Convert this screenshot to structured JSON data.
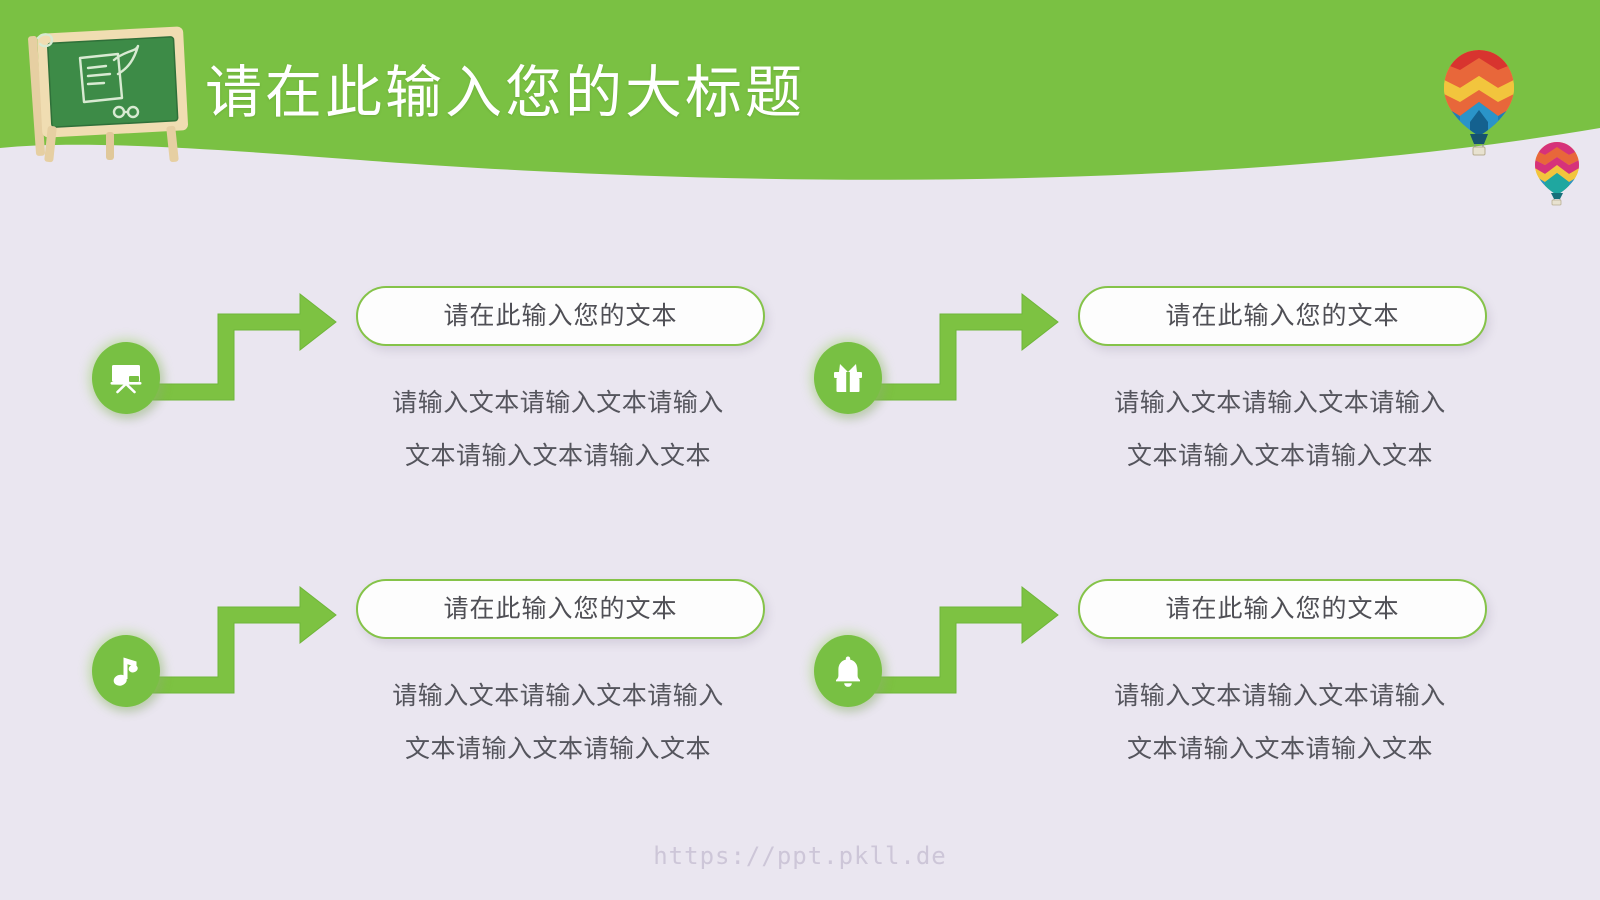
{
  "slide": {
    "title": "请在此输入您的大标题",
    "footer_url": "https://ppt.pkll.de",
    "colors": {
      "header_green": "#7ac143",
      "accent_green": "#78c043",
      "arrow_green": "#7dc242",
      "background": "#eae6f0",
      "pill_border": "#85c349",
      "pill_fill": "#fdfdfd",
      "title_text": "#ffffff",
      "body_text": "#55555d"
    },
    "decorations": {
      "chalkboard_icon": "chalkboard-icon",
      "balloon_large": "hot-air-balloon-icon",
      "balloon_small": "hot-air-balloon-icon"
    }
  },
  "blocks": [
    {
      "icon": "easel-presentation-icon",
      "heading": "请在此输入您的文本",
      "body_line1": "请输入文本请输入文本请输入",
      "body_line2": "文本请输入文本请输入文本"
    },
    {
      "icon": "gift-box-icon",
      "heading": "请在此输入您的文本",
      "body_line1": "请输入文本请输入文本请输入",
      "body_line2": "文本请输入文本请输入文本"
    },
    {
      "icon": "music-note-icon",
      "heading": "请在此输入您的文本",
      "body_line1": "请输入文本请输入文本请输入",
      "body_line2": "文本请输入文本请输入文本"
    },
    {
      "icon": "bell-icon",
      "heading": "请在此输入您的文本",
      "body_line1": "请输入文本请输入文本请输入",
      "body_line2": "文本请输入文本请输入文本"
    }
  ]
}
